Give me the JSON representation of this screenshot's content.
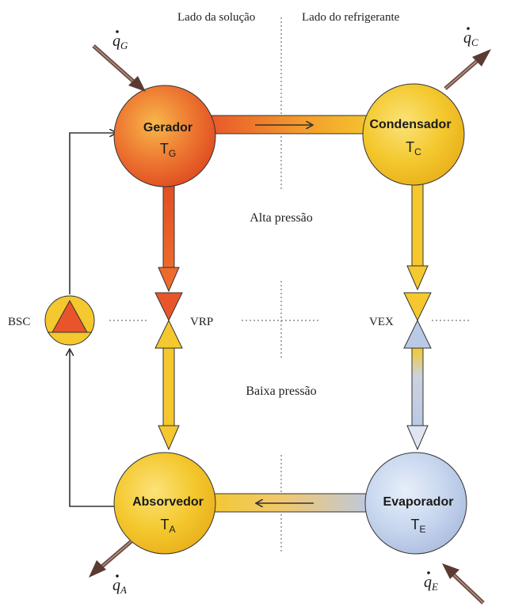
{
  "header": {
    "left_side": "Lado da solução",
    "right_side": "Lado do refrigerante"
  },
  "zones": {
    "high_pressure": "Alta pressão",
    "low_pressure": "Baixa pressão"
  },
  "components": {
    "generator": {
      "name": "Gerador",
      "temp_main": "T",
      "temp_sub": "G"
    },
    "condenser": {
      "name": "Condensador",
      "temp_main": "T",
      "temp_sub": "C"
    },
    "absorber": {
      "name": "Absorvedor",
      "temp_main": "T",
      "temp_sub": "A"
    },
    "evaporator": {
      "name": "Evaporador",
      "temp_main": "T",
      "temp_sub": "E"
    },
    "pump": {
      "label": "BSC"
    },
    "pressure_valve": {
      "label": "VRP"
    },
    "expansion_valve": {
      "label": "VEX"
    }
  },
  "heat_flows": {
    "generator": {
      "symbol": "q",
      "sub": "G"
    },
    "condenser": {
      "symbol": "q",
      "sub": "C"
    },
    "absorber": {
      "symbol": "q",
      "sub": "A"
    },
    "evaporator": {
      "symbol": "q",
      "sub": "E"
    }
  },
  "colors": {
    "hot": "#e8552a",
    "warm": "#f3c52a",
    "cold": "#b9c9e6",
    "line": "#333333"
  }
}
